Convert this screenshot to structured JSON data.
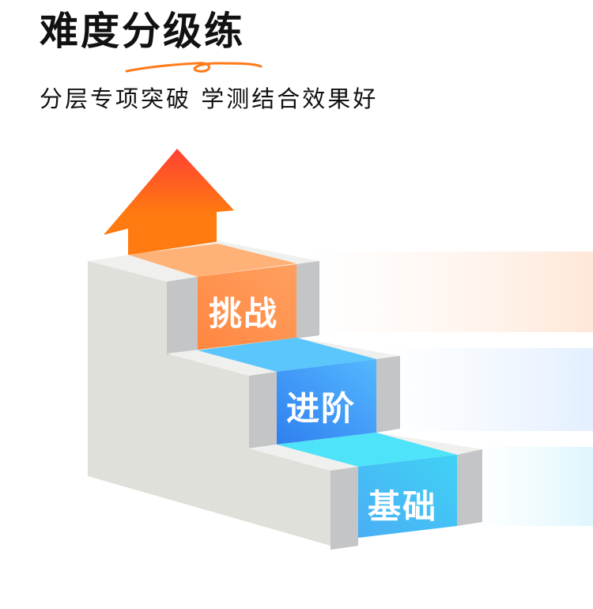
{
  "title": "难度分级练",
  "subtitle": "分层专项突破 学测结合效果好",
  "steps": [
    {
      "label": "挑战",
      "color": "#ff8a3d"
    },
    {
      "label": "进阶",
      "color": "#3d8ef0"
    },
    {
      "label": "基础",
      "color": "#43c6f2"
    }
  ],
  "colors": {
    "arrow_top": "#ff4a32",
    "arrow_bottom": "#ff7a10",
    "accent": "#ff7a1a"
  }
}
